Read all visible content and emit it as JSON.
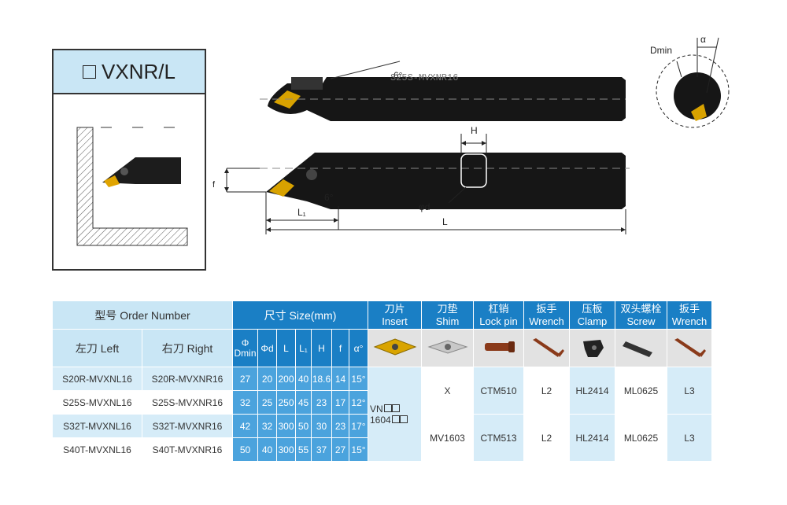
{
  "title": "VXNR/L",
  "drawing": {
    "tool_label_top": "S25S-MVXNR16",
    "angle_top": "6°",
    "angle_bottom": "6°",
    "dim_H": "H",
    "dim_phid": "φd",
    "dim_L1": "L₁",
    "dim_L": "L",
    "dim_f": "f",
    "dim_Dmin": "Dmin",
    "dim_alpha": "α"
  },
  "table": {
    "order_number": "型号 Order Number",
    "left": "左刀 Left",
    "right": "右刀 Right",
    "size": "尺寸 Size(mm)",
    "size_cols": [
      "Φ\nDmin",
      "Φd",
      "L",
      "L₁",
      "H",
      "f",
      "α°"
    ],
    "accessories": [
      {
        "cn": "刀片",
        "en": "Insert"
      },
      {
        "cn": "刀垫",
        "en": "Shim"
      },
      {
        "cn": "杠销",
        "en": "Lock pin"
      },
      {
        "cn": "扳手",
        "en": "Wrench"
      },
      {
        "cn": "压板",
        "en": "Clamp"
      },
      {
        "cn": "双头螺栓",
        "en": "Screw"
      },
      {
        "cn": "扳手",
        "en": "Wrench"
      }
    ],
    "rows": [
      {
        "left": "S20R-MVXNL16",
        "right": "S20R-MVXNR16",
        "dmin": "27",
        "d": "20",
        "L": "200",
        "L1": "40",
        "H": "18.6",
        "f": "14",
        "a": "15°"
      },
      {
        "left": "S25S-MVXNL16",
        "right": "S25S-MVXNR16",
        "dmin": "32",
        "d": "25",
        "L": "250",
        "L1": "45",
        "H": "23",
        "f": "17",
        "a": "12°"
      },
      {
        "left": "S32T-MVXNL16",
        "right": "S32T-MVXNR16",
        "dmin": "42",
        "d": "32",
        "L": "300",
        "L1": "50",
        "H": "30",
        "f": "23",
        "a": "17°"
      },
      {
        "left": "S40T-MVXNL16",
        "right": "S40T-MVXNR16",
        "dmin": "50",
        "d": "40",
        "L": "300",
        "L1": "55",
        "H": "37",
        "f": "27",
        "a": "15°"
      }
    ],
    "insert_line1": "VN",
    "insert_line2": "1604",
    "group1": {
      "shim": "X",
      "pin": "CTM510",
      "wrench": "L2",
      "clamp": "HL2414",
      "screw": "ML0625",
      "wrench2": "L3"
    },
    "group2": {
      "shim": "MV1603",
      "pin": "CTM513",
      "wrench": "L2",
      "clamp": "HL2414",
      "screw": "ML0625",
      "wrench2": "L3"
    }
  }
}
